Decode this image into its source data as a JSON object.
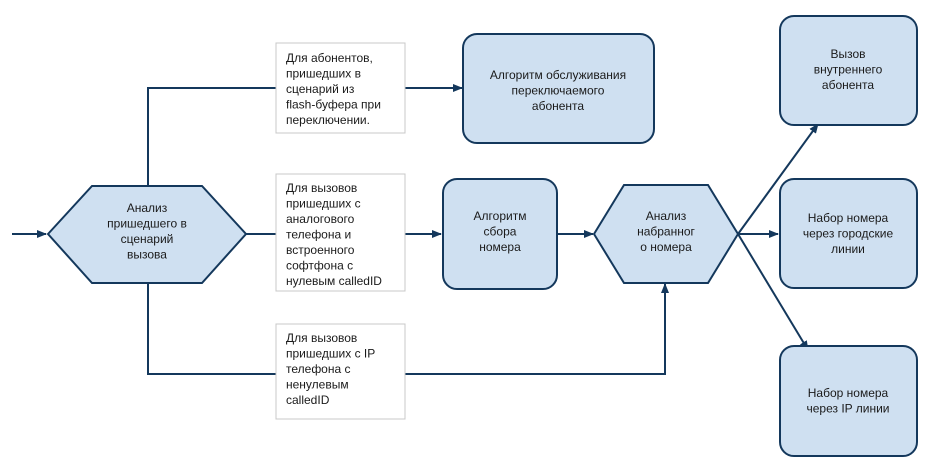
{
  "colors": {
    "node_fill": "#cfe0f1",
    "node_stroke": "#14385c",
    "line": "#14385c",
    "note_border": "#c8c8c8",
    "note_fill": "#ffffff"
  },
  "nodes": {
    "analysis_incoming": {
      "lines": [
        "Анализ",
        "пришедшего в",
        "сценарий",
        "вызова"
      ]
    },
    "transfer_algorithm": {
      "lines": [
        "Алгоритм обслуживания",
        "переключаемого",
        "абонента"
      ]
    },
    "number_collection": {
      "lines": [
        "Алгоритм",
        "сбора",
        "номера"
      ]
    },
    "dialed_analysis": {
      "lines": [
        "Анализ",
        "набранног",
        "о номера"
      ]
    },
    "internal_call": {
      "lines": [
        "Вызов",
        "внутреннего",
        "абонента"
      ]
    },
    "city_lines": {
      "lines": [
        "Набор номера",
        "через городские",
        "линии"
      ]
    },
    "ip_lines": {
      "lines": [
        "Набор номера",
        "через IP линии"
      ]
    }
  },
  "notes": {
    "flash_buffer": {
      "lines": [
        "Для абонентов,",
        "пришедших в",
        "сценарий из",
        "flash-буфера при",
        "переключении."
      ]
    },
    "analog_phone": {
      "lines": [
        "Для вызовов",
        "пришедших с",
        "аналогового",
        "телефона и",
        "встроенного",
        "софтфона с",
        "нулевым calledID"
      ]
    },
    "ip_phone": {
      "lines": [
        "Для вызовов",
        "пришедших с IP",
        "телефона с",
        "ненулевым",
        "calledID"
      ]
    }
  }
}
